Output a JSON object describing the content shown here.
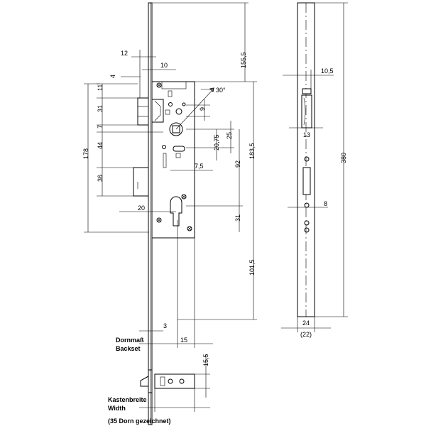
{
  "front_view": {
    "dim_12": "12",
    "dim_10": "10",
    "dim_4": "4",
    "dim_11": "11",
    "dim_31": "31",
    "dim_7": "7",
    "dim_44": "44",
    "dim_178": "178",
    "dim_36": "36",
    "dim_20": "20",
    "dim_155_5": "155,5",
    "dim_30deg": "30°",
    "dim_9": "9",
    "dim_25": "25",
    "dim_20_75": "20,75",
    "dim_7_5": "7,5",
    "dim_92": "92",
    "dim_183_5": "183,5",
    "dim_31b": "31",
    "dim_101_5": "101,5",
    "dim_3": "3",
    "dim_15": "15"
  },
  "side_view": {
    "dim_10_5": "10,5",
    "dim_13": "13",
    "dim_8": "8",
    "dim_380": "380",
    "dim_24": "24",
    "dim_22": "(22)"
  },
  "bottom_view": {
    "dim_15_5": "15,5"
  },
  "labels": {
    "dornmass": "Dornmaß",
    "backset": "Backset",
    "kastenbreite": "Kastenbreite",
    "width": "Width",
    "note": "(35 Dorn gezeichnet)"
  }
}
